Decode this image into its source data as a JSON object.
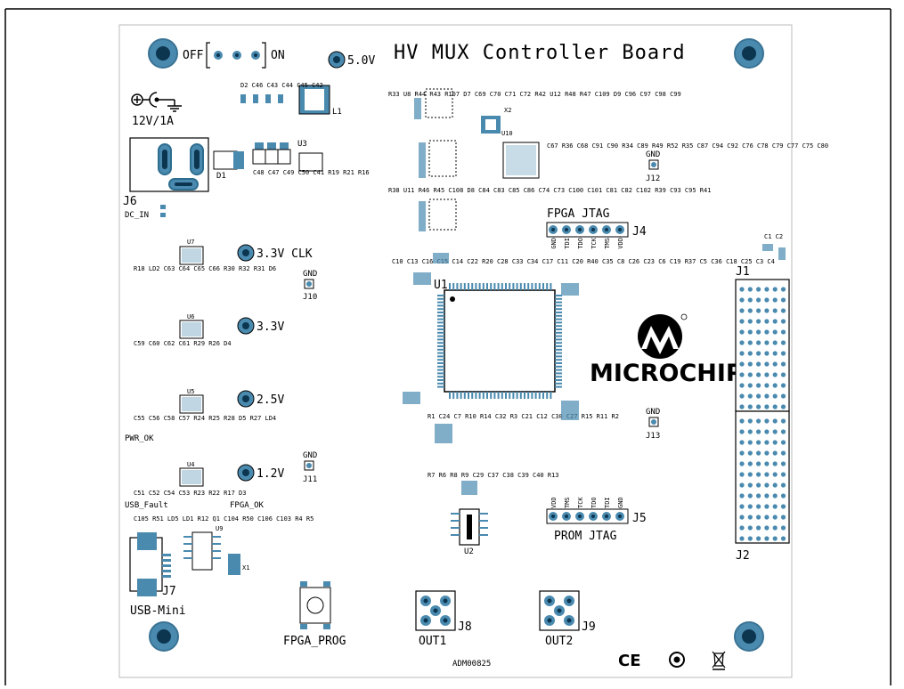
{
  "board": {
    "title": "HV MUX Controller Board",
    "doc_number": "ADM00825",
    "brand": "MICROCHIP",
    "switch": {
      "off": "OFF",
      "on": "ON"
    },
    "power_in": "12V/1A",
    "supply_5v": "5.0V",
    "conn_dc": "J6",
    "conn_usb": "J7",
    "usb_label": "USB-Mini",
    "dc_in": "DC_IN",
    "pwr_ok": "PWR_OK",
    "usb_fault": "USB_Fault",
    "fpga_ok": "FPGA_OK",
    "fpga_prog": "FPGA_PROG",
    "marks": {
      "ce": "CE"
    }
  },
  "rails": [
    {
      "label": "3.3V CLK"
    },
    {
      "label": "3.3V"
    },
    {
      "label": "2.5V"
    },
    {
      "label": "1.2V"
    }
  ],
  "test_points": [
    {
      "name": "GND",
      "ref": "J10"
    },
    {
      "name": "GND",
      "ref": "J11"
    },
    {
      "name": "GND",
      "ref": "J12"
    },
    {
      "name": "GND",
      "ref": "J13"
    }
  ],
  "fpga_jtag": {
    "title": "FPGA JTAG",
    "ref": "J4",
    "pins": [
      "GND",
      "TDI",
      "TDO",
      "TCK",
      "TMS",
      "VDD"
    ]
  },
  "prom_jtag": {
    "title": "PROM JTAG",
    "ref": "J5",
    "pins": [
      "VDD",
      "TMS",
      "TCK",
      "TDO",
      "TDI",
      "GND"
    ]
  },
  "outputs": [
    {
      "label": "OUT1",
      "ref": "J8"
    },
    {
      "label": "OUT2",
      "ref": "J9"
    }
  ],
  "headers": {
    "top": "J1",
    "bottom": "J2"
  },
  "ics": {
    "fpga": "U1",
    "prom": "U2",
    "u3": "U3",
    "u4": "U4",
    "u5": "U5",
    "u6": "U6",
    "u7": "U7",
    "u9": "U9",
    "u10": "U10",
    "x1": "X1",
    "x2": "X2",
    "l1": "L1",
    "d1": "D1"
  },
  "silk": {
    "p1": [
      "D2",
      "C46",
      "C43",
      "C44",
      "C45",
      "C42"
    ],
    "p2": [
      "C48",
      "C47",
      "C49",
      "C50",
      "C41",
      "R19",
      "R21",
      "R16"
    ],
    "p3": [
      "R18",
      "LD2",
      "C63",
      "C64",
      "C65",
      "C66",
      "R30",
      "R32",
      "R31",
      "D6"
    ],
    "p4": [
      "C59",
      "C60",
      "C62",
      "C61",
      "R29",
      "R26",
      "D4"
    ],
    "p5": [
      "C55",
      "C56",
      "C58",
      "C57",
      "R24",
      "R25",
      "R28",
      "D5",
      "R27",
      "LD4"
    ],
    "p6": [
      "C51",
      "C52",
      "C54",
      "C53",
      "R23",
      "R22",
      "R17",
      "D3"
    ],
    "p7": [
      "C105",
      "R51",
      "LD5",
      "LD1",
      "R12",
      "Q1",
      "C104",
      "R50",
      "C106",
      "C103",
      "R4",
      "R5"
    ],
    "p8": [
      "R33",
      "U8",
      "R44",
      "R43",
      "R107",
      "D7",
      "C69",
      "C70",
      "C71",
      "C72",
      "R42",
      "U12",
      "R48",
      "R47",
      "C109",
      "D9",
      "C96",
      "C97",
      "C98",
      "C99"
    ],
    "p9": [
      "R38",
      "U11",
      "R46",
      "R45",
      "C108",
      "D8",
      "C84",
      "C83",
      "C85",
      "C86",
      "C74",
      "C73",
      "C100",
      "C101",
      "C81",
      "C82",
      "C102",
      "R39",
      "C93",
      "C95",
      "R41"
    ],
    "p10": [
      "C67",
      "R36",
      "C68",
      "C91",
      "C90",
      "R34",
      "C89",
      "R49",
      "R52",
      "R35",
      "C87",
      "C94",
      "C92",
      "C76",
      "C78",
      "C79",
      "C77",
      "C75",
      "C80"
    ],
    "p11": [
      "C10",
      "C13",
      "C16",
      "C15",
      "C14",
      "C22",
      "R20",
      "C28",
      "C33",
      "C34",
      "C17",
      "C11",
      "C20",
      "R40",
      "C35",
      "C8",
      "C26",
      "C23",
      "C6",
      "C19",
      "R37",
      "C5",
      "C36",
      "C18",
      "C25",
      "C3",
      "C4"
    ],
    "p12": [
      "R1",
      "C24",
      "C7",
      "R10",
      "R14",
      "C32",
      "R3",
      "C21",
      "C12",
      "C30",
      "C27",
      "R15",
      "R11",
      "R2"
    ],
    "p13": [
      "R7",
      "R6",
      "R8",
      "R9",
      "C29",
      "C37",
      "C38",
      "C39",
      "C40",
      "R13"
    ],
    "p14": [
      "C1",
      "C2"
    ]
  }
}
